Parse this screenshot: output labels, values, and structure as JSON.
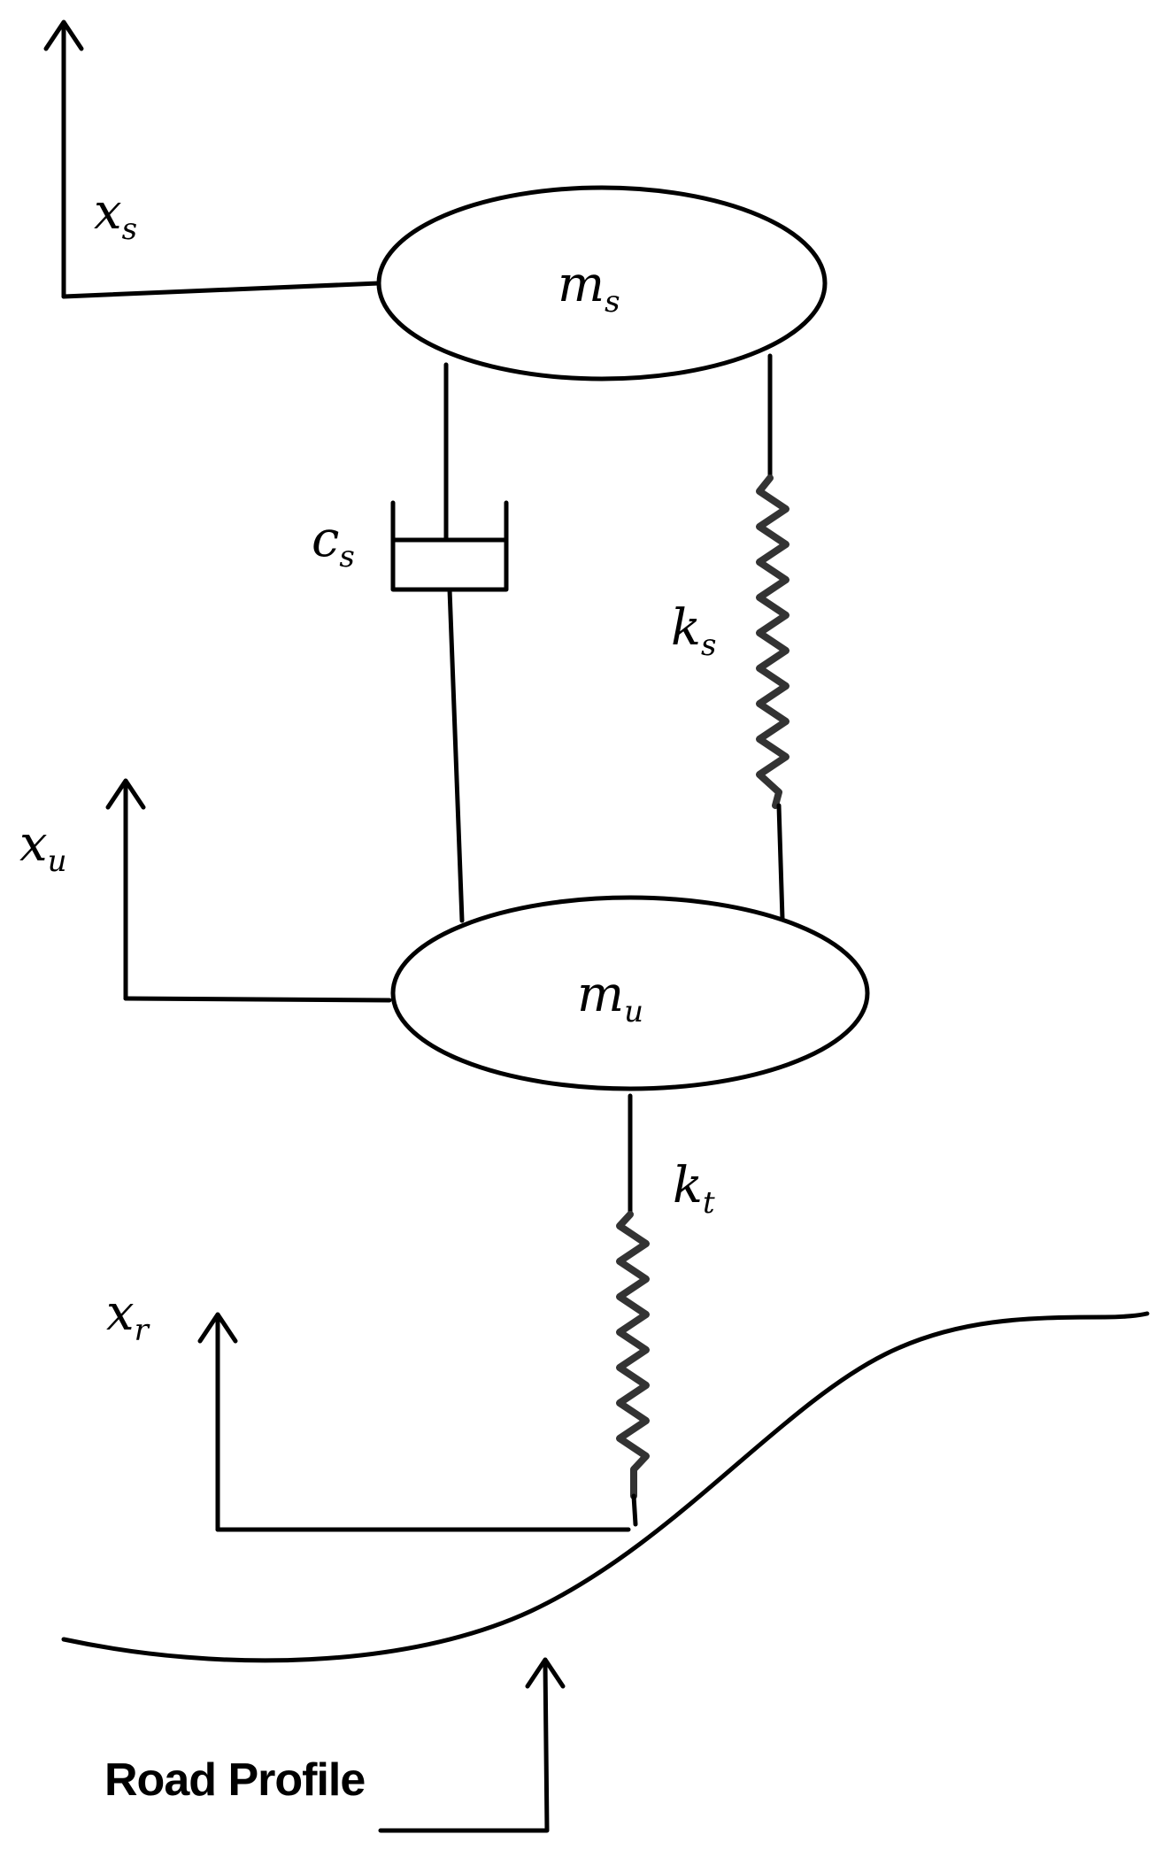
{
  "labels": {
    "sprung_mass": {
      "base": "m",
      "sub": "s"
    },
    "unsprung_mass": {
      "base": "m",
      "sub": "u"
    },
    "damper": {
      "base": "c",
      "sub": "s"
    },
    "suspension_spring": {
      "base": "k",
      "sub": "s"
    },
    "tire_spring": {
      "base": "k",
      "sub": "t"
    },
    "sprung_displacement": {
      "base": "x",
      "sub": "s"
    },
    "unsprung_displacement": {
      "base": "x",
      "sub": "u"
    },
    "road_displacement": {
      "base": "x",
      "sub": "r"
    }
  },
  "road_profile_label": "Road Profile"
}
